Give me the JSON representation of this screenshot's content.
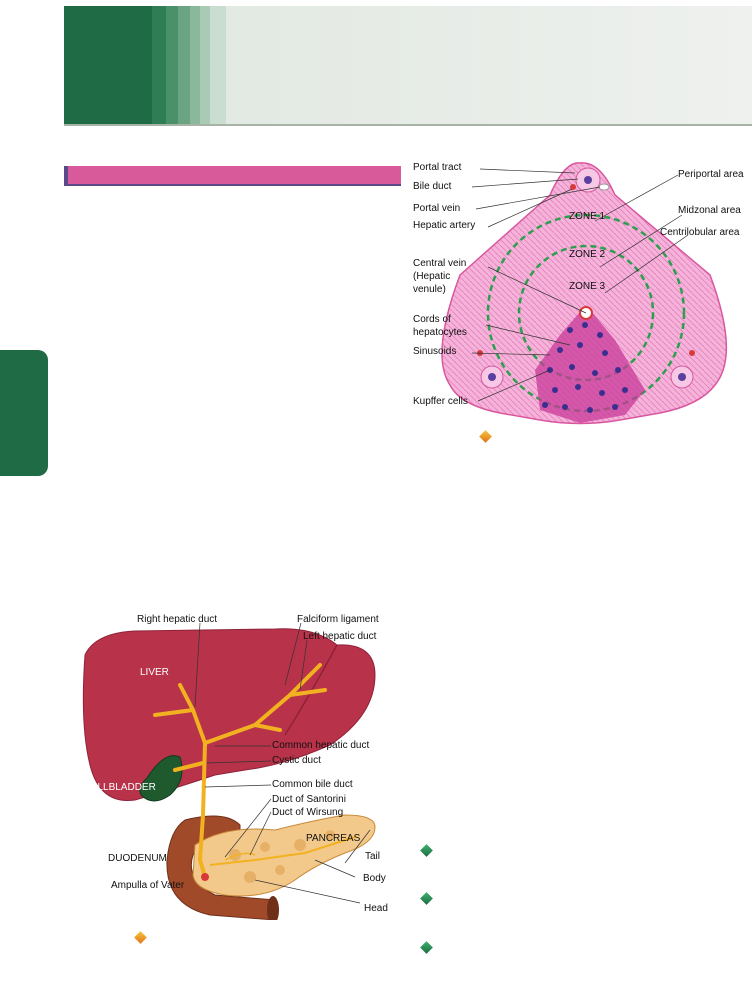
{
  "lobule_figure": {
    "labels": {
      "portal_tract": "Portal tract",
      "bile_duct": "Bile duct",
      "portal_vein": "Portal vein",
      "hepatic_artery": "Hepatic artery",
      "central_vein_1": "Central vein",
      "central_vein_2": "(Hepatic",
      "central_vein_3": "venule)",
      "cords_1": "Cords of",
      "cords_2": "hepatocytes",
      "sinusoids": "Sinusoids",
      "kupffer": "Kupffer cells",
      "periportal": "Periportal area",
      "midzonal": "Midzonal area",
      "centrilobular": "Centrilobular area",
      "zone1": "ZONE 1",
      "zone2": "ZONE 2",
      "zone3": "ZONE 3"
    }
  },
  "biliary_figure": {
    "labels": {
      "right_hepatic_duct": "Right hepatic duct",
      "falciform": "Falciform ligament",
      "left_hepatic_duct": "Left hepatic duct",
      "liver": "LIVER",
      "common_hepatic_duct": "Common hepatic duct",
      "cystic_duct": "Cystic duct",
      "gallbladder": "GALLBLADDER",
      "common_bile_duct": "Common bile duct",
      "santorini": "Duct of Santorini",
      "wirsung": "Duct of Wirsung",
      "pancreas": "PANCREAS",
      "duodenum": "DUODENUM",
      "tail": "Tail",
      "ampulla": "Ampulla of Vater",
      "body": "Body",
      "head": "Head"
    }
  },
  "colors": {
    "header_green": "#1f6b45",
    "section_pink": "#d85a9a",
    "liver_red": "#b8324a",
    "lobule_pink": "#f2a6d2"
  }
}
